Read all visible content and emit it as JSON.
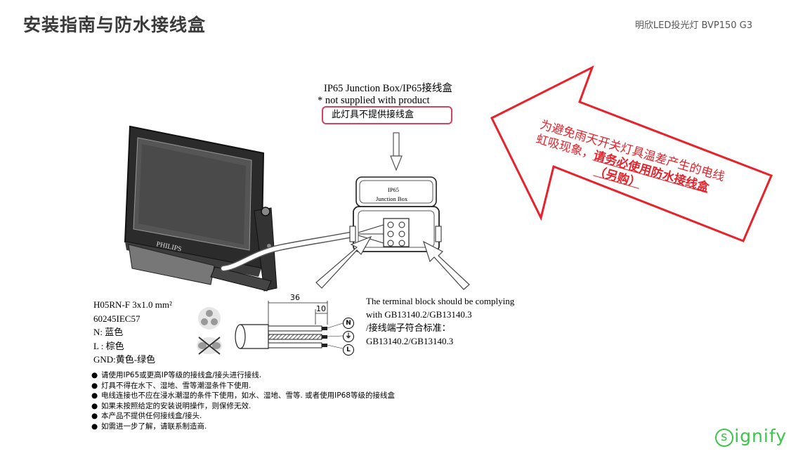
{
  "header": {
    "title": "安装指南与防水接线盒",
    "product": "明欣LED投光灯 BVP150 G3"
  },
  "junction_box": {
    "title": "IP65 Junction Box/IP65接线盒",
    "note_en": "* not supplied with product",
    "note_cn": "此灯具不提供接线盒",
    "label_line1": "IP65",
    "label_line2": "Junction Box"
  },
  "luminaire": {
    "brand": "PHILIPS"
  },
  "cable": {
    "lines": [
      "H05RN-F 3x1.0 mm²",
      "60245IEC57",
      "N: 蓝色",
      "L : 棕色",
      "GND:黄色-绿色"
    ],
    "dim_long": "36",
    "dim_short": "10",
    "terminals": [
      "N",
      "⏚",
      "L"
    ]
  },
  "terminal_note": {
    "lines": [
      "The terminal block should be complying",
      "with GB13140.2/GB13140.3",
      "/接线端子符合标准：",
      "GB13140.2/GB13140.3"
    ]
  },
  "warning": {
    "line1_a": "为避免雨天开关灯具温差产生的电线",
    "line1_b": "虹吸现象，",
    "line1_emph": "请务必使用防水接线盒",
    "line2_emph": "（另购）",
    "color": "#e8212b"
  },
  "notes": {
    "bullet": "●",
    "items": [
      "请使用IP65或更高IP等级的接线盒/接头进行接线.",
      "灯具不得在水下、湿地、雪等潮湿条件下使用.",
      "电线连接也不应在浸水潮湿的条件下使用，如水、湿地、雪等. 或者使用IP68等级的接线盒",
      "如果未按照给定的安装说明操作，则保修无效.",
      "本产品不提供任何接线盒/接头.",
      "如需进一步了解，请联系制造商."
    ]
  },
  "logo": {
    "ring_letter": "s",
    "text": "ignify",
    "color": "#3dc44a"
  }
}
